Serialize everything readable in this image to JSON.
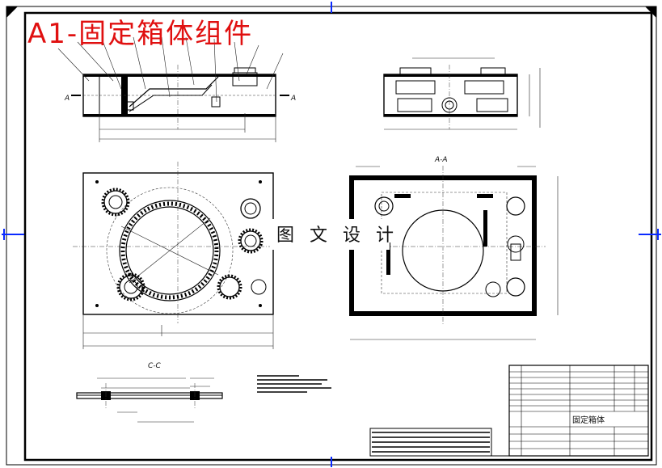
{
  "drawing": {
    "title": "A1-固定箱体组件",
    "watermark": "图 文 设 计",
    "section_aa": "A-A",
    "section_cc": "C-C",
    "section_marker": "A",
    "titleblock_name": "固定箱体"
  }
}
